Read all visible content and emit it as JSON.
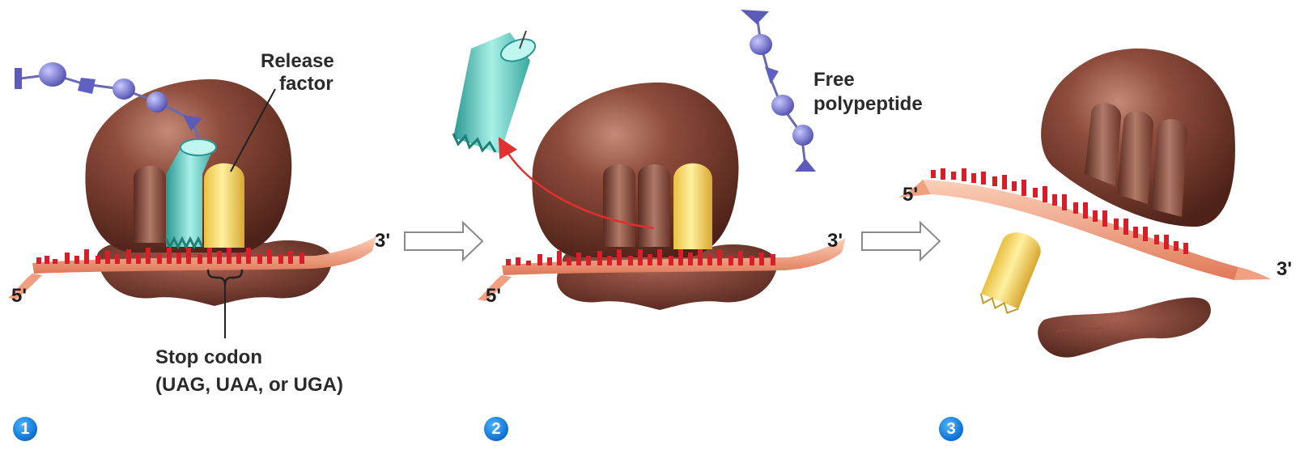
{
  "labels": {
    "release_factor_line1": "Release",
    "release_factor_line2": "factor",
    "free_polypeptide_line1": "Free",
    "free_polypeptide_line2": "polypeptide",
    "stop_codon_line1": "Stop codon",
    "stop_codon_line2": "(UAG, UAA, or UGA)"
  },
  "ends": {
    "p1_five": "5'",
    "p1_three": "3'",
    "p2_five": "5'",
    "p2_three": "3'",
    "p3_five": "5'",
    "p3_three": "3'"
  },
  "steps": [
    "1",
    "2",
    "3"
  ],
  "colors": {
    "ribosome": "#7a4030",
    "release_factor": "#f0d060",
    "trna": "#5ac8c0",
    "codons": "#e0202a",
    "mrna": "#f0a888",
    "polypeptide": "#7a7ad0",
    "arrow": "#e03030",
    "step_badge": "#1a88e8"
  },
  "icons": {
    "process_arrow": "hollow-right-arrow",
    "exit_arrow": "curved-red-arrow",
    "step_badge": "numbered-circle-icon"
  }
}
